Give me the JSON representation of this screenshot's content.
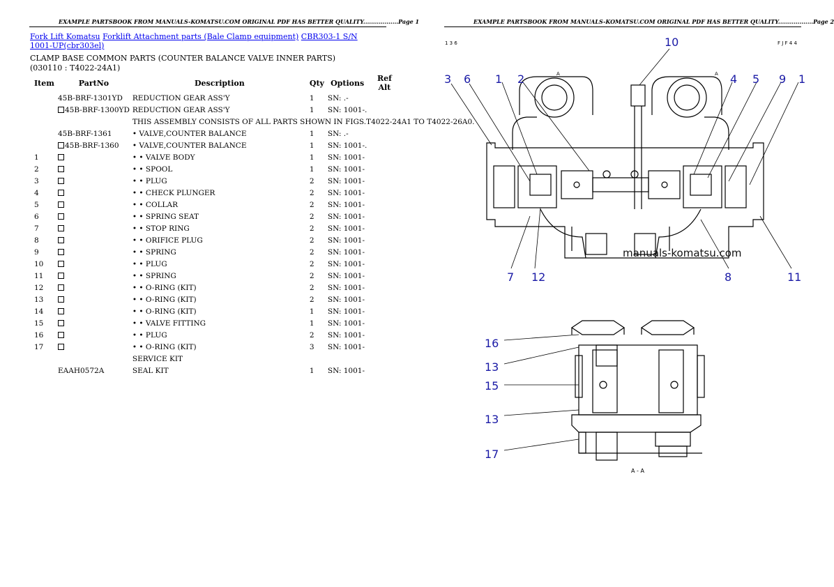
{
  "page1": {
    "header": "EXAMPLE PARTSBOOK FROM MANUALS-KOMATSU.COM ORIGINAL PDF HAS BETTER QUALITY..................Page 1",
    "breadcrumb": {
      "link1": "Fork Lift Komatsu",
      "link2": "Forklift Attachment parts (Bale Clamp equipment)",
      "link3": "CBR303-1 S/N 1001-UP(cbr303el)"
    },
    "subtitle": "CLAMP BASE COMMON PARTS (COUNTER BALANCE VALVE INNER PARTS)(030110 : T4022-24A1)",
    "columns": {
      "item": "Item",
      "partno": "PartNo",
      "description": "Description",
      "qty": "Qty",
      "options": "Options",
      "refalt": "Ref Alt"
    },
    "rows": [
      {
        "item": "",
        "box": false,
        "partno": "45B-BRF-1301YD",
        "desc": "REDUCTION GEAR ASS'Y",
        "qty": "1",
        "opt": "SN: .-"
      },
      {
        "item": "",
        "box": true,
        "partno": "45B-BRF-1300YD",
        "desc": "REDUCTION GEAR ASS'Y",
        "qty": "1",
        "opt": "SN: 1001-."
      },
      {
        "item": "",
        "box": false,
        "partno": "",
        "desc": "THIS ASSEMBLY CONSISTS OF ALL PARTS SHOWN IN FIGS.T4022-24A1 TO T4022-26A0.",
        "qty": "",
        "opt": "",
        "multi": true
      },
      {
        "item": "",
        "box": false,
        "partno": "45B-BRF-1361",
        "desc": "• VALVE,COUNTER BALANCE",
        "qty": "1",
        "opt": "SN: .-"
      },
      {
        "item": "",
        "box": true,
        "partno": "45B-BRF-1360",
        "desc": "• VALVE,COUNTER BALANCE",
        "qty": "1",
        "opt": "SN: 1001-."
      },
      {
        "item": "1",
        "box": true,
        "partno": "",
        "desc": "• • VALVE BODY",
        "qty": "1",
        "opt": "SN: 1001-"
      },
      {
        "item": "2",
        "box": true,
        "partno": "",
        "desc": "• • SPOOL",
        "qty": "1",
        "opt": "SN: 1001-"
      },
      {
        "item": "3",
        "box": true,
        "partno": "",
        "desc": "• • PLUG",
        "qty": "2",
        "opt": "SN: 1001-"
      },
      {
        "item": "4",
        "box": true,
        "partno": "",
        "desc": "• • CHECK PLUNGER",
        "qty": "2",
        "opt": "SN: 1001-"
      },
      {
        "item": "5",
        "box": true,
        "partno": "",
        "desc": "• • COLLAR",
        "qty": "2",
        "opt": "SN: 1001-"
      },
      {
        "item": "6",
        "box": true,
        "partno": "",
        "desc": "• • SPRING SEAT",
        "qty": "2",
        "opt": "SN: 1001-"
      },
      {
        "item": "7",
        "box": true,
        "partno": "",
        "desc": "• • STOP RING",
        "qty": "2",
        "opt": "SN: 1001-"
      },
      {
        "item": "8",
        "box": true,
        "partno": "",
        "desc": "• • ORIFICE PLUG",
        "qty": "2",
        "opt": "SN: 1001-"
      },
      {
        "item": "9",
        "box": true,
        "partno": "",
        "desc": "• • SPRING",
        "qty": "2",
        "opt": "SN: 1001-"
      },
      {
        "item": "10",
        "box": true,
        "partno": "",
        "desc": "• • PLUG",
        "qty": "2",
        "opt": "SN: 1001-"
      },
      {
        "item": "11",
        "box": true,
        "partno": "",
        "desc": "• • SPRING",
        "qty": "2",
        "opt": "SN: 1001-"
      },
      {
        "item": "12",
        "box": true,
        "partno": "",
        "desc": "• • O-RING (KIT)",
        "qty": "2",
        "opt": "SN: 1001-"
      },
      {
        "item": "13",
        "box": true,
        "partno": "",
        "desc": "• • O-RING (KIT)",
        "qty": "2",
        "opt": "SN: 1001-"
      },
      {
        "item": "14",
        "box": true,
        "partno": "",
        "desc": "• • O-RING (KIT)",
        "qty": "1",
        "opt": "SN: 1001-"
      },
      {
        "item": "15",
        "box": true,
        "partno": "",
        "desc": "• • VALVE FITTING",
        "qty": "1",
        "opt": "SN: 1001-"
      },
      {
        "item": "16",
        "box": true,
        "partno": "",
        "desc": "• • PLUG",
        "qty": "2",
        "opt": "SN: 1001-"
      },
      {
        "item": "17",
        "box": true,
        "partno": "",
        "desc": "• • O-RING (KIT)",
        "qty": "3",
        "opt": "SN: 1001-"
      },
      {
        "item": "",
        "box": false,
        "partno": "",
        "desc": "SERVICE KIT",
        "qty": "",
        "opt": ""
      },
      {
        "item": "",
        "box": false,
        "partno": "EAAH0572A",
        "desc": "SEAL KIT",
        "qty": "1",
        "opt": "SN: 1001-"
      }
    ]
  },
  "page2": {
    "header": "EXAMPLE PARTSBOOK FROM MANUALS-KOMATSU.COM ORIGINAL PDF HAS BETTER QUALITY..................Page 2",
    "watermark": "manuals-komatsu.com",
    "section_label": "A - A",
    "corner_left": "1 3 6",
    "corner_right": "F J F 4 4",
    "arrow_mark": "A",
    "callouts": {
      "c10": "10",
      "c3": "3",
      "c6": "6",
      "c1a": "1",
      "c2": "2",
      "c4": "4",
      "c5": "5",
      "c9": "9",
      "c1b": "1",
      "c7": "7",
      "c12": "12",
      "c8": "8",
      "c11": "11",
      "c16": "16",
      "c13a": "13",
      "c15": "15",
      "c13b": "13",
      "c17": "17"
    },
    "callout_color": "#1a1aa6"
  }
}
